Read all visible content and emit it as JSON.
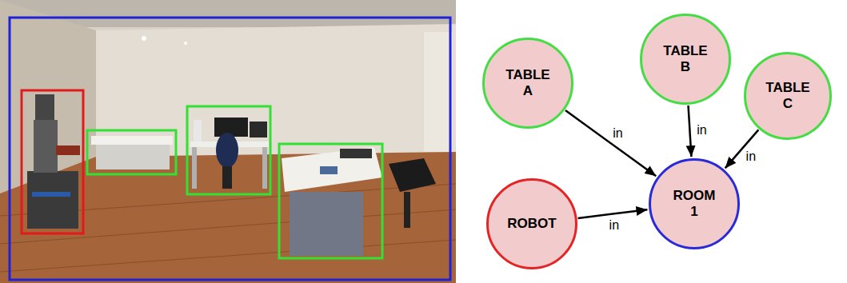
{
  "diagram": {
    "nodes": [
      {
        "text": [
          "TABLE A"
        ]
      },
      {
        "text": [
          "TABLE B"
        ]
      },
      {
        "text": [
          "TABLE C"
        ]
      },
      {
        "text": [
          "ROBOT"
        ]
      },
      {
        "text": [
          "ROOM 1"
        ]
      }
    ],
    "edges": [
      {
        "from": 0,
        "to": 4,
        "label": "in",
        "arrow": "to"
      },
      {
        "from": 1,
        "to": 4,
        "label": "in",
        "arrow": "to"
      },
      {
        "from": 2,
        "to": 4,
        "label": "in",
        "arrow": "to"
      },
      {
        "from": 3,
        "to": 4,
        "label": "in",
        "arrow": "to"
      }
    ]
  }
}
